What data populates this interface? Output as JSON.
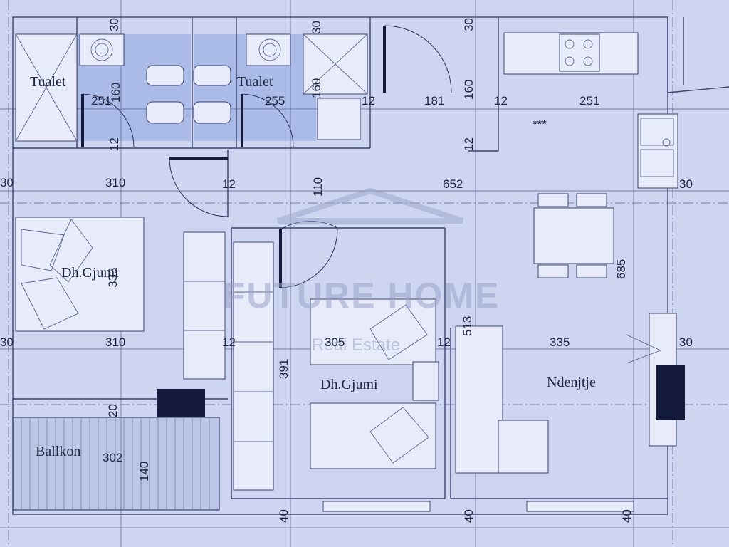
{
  "watermark": {
    "brand": "FUTURE HOME",
    "sub": "Real Estate"
  },
  "rooms": {
    "toilet_left": "Tualet",
    "toilet_right": "Tualet",
    "bedroom_left": "Dh.Gjumi",
    "bedroom_center": "Dh.Gjumi",
    "living": "Ndenjtje",
    "balcony": "Ballkon"
  },
  "dimensions": {
    "d30_top_a": "30",
    "d160_a": "160",
    "d251_a": "251",
    "d12_a": "12",
    "d30_top_b": "30",
    "d160_b": "160",
    "d255": "255",
    "d12_b": "12",
    "d30_top_c": "30",
    "d181": "181",
    "d160_c": "160",
    "d12_c": "12",
    "d251_b": "251",
    "d12_d": "12",
    "d30_left_a": "30",
    "d310_a": "310",
    "d12_e": "12",
    "d110": "110",
    "d652": "652",
    "d30_right_a": "30",
    "d333": "333",
    "d685": "685",
    "d30_left_b": "30",
    "d310_b": "310",
    "d12_f": "12",
    "d305": "305",
    "d12_g": "12",
    "d513": "513",
    "d335": "335",
    "d30_right_b": "30",
    "d391": "391",
    "d20": "20",
    "d302": "302",
    "d140": "140",
    "d40_a": "40",
    "d40_b": "40",
    "d40_c": "40"
  },
  "colors": {
    "paper": "#cdd5f0",
    "ink": "#1d2440",
    "wet_area": "#9fb1e6",
    "window": "#141a3c"
  }
}
